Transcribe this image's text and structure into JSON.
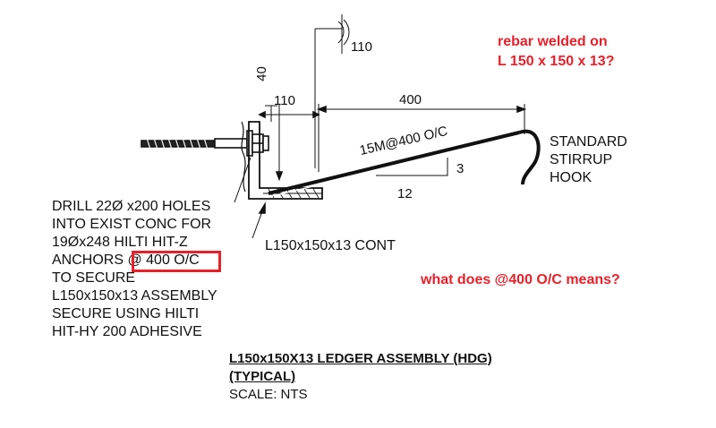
{
  "questions": {
    "rebar_line1": "rebar welded on",
    "rebar_line2": "L 150 x 150 x 13?",
    "oc_question": "what does @400 O/C means?"
  },
  "dimensions": {
    "d110_top": "110",
    "d40": "40",
    "d110_left": "110",
    "d400": "400",
    "slope_rise": "3",
    "slope_run": "12"
  },
  "rebar_label": "15M@400 O/C",
  "hook_label": {
    "line1": "STANDARD",
    "line2": "STIRRUP",
    "line3": "HOOK"
  },
  "angle_label": "L150x150x13 CONT",
  "drill_note": {
    "line1": "DRILL 22Ø x200 HOLES",
    "line2": "INTO EXIST CONC FOR",
    "line3": "19Øx248 HILTI HIT-Z",
    "line4_a": "ANCHORS ",
    "line4_b": "@ 400 O/C",
    "line5": "TO SECURE",
    "line6": "L150x150x13 ASSEMBLY",
    "line7": "SECURE USING HILTI",
    "line8": "HIT-HY 200 ADHESIVE"
  },
  "title": {
    "line1": "L150x150X13 LEDGER ASSEMBLY (HDG)",
    "line2": "(TYPICAL)",
    "scale": "SCALE:  NTS"
  },
  "colors": {
    "annotation": "#e8202a",
    "linework": "#111111"
  }
}
